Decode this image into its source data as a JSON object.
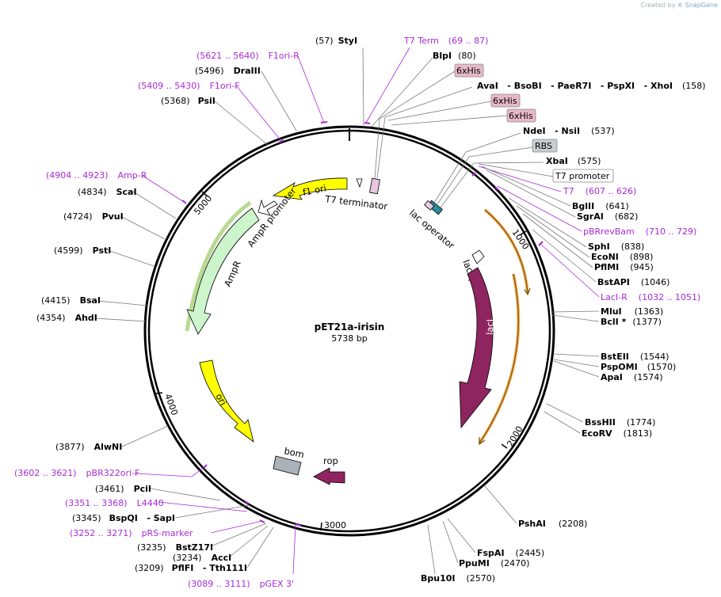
{
  "credit": {
    "prefix": "Created by",
    "brand": "SnapGene"
  },
  "plasmid": {
    "name": "pET21a-irisin",
    "size": "5738 bp"
  },
  "ticks": [
    "1000",
    "2000",
    "3000",
    "4000",
    "5000"
  ],
  "features": {
    "f1_ori": "f1 ori",
    "t7_terminator": "T7 terminator",
    "lac_operator": "lac operator",
    "lacI_promoter": "lacI promoter",
    "lacI": "lacI",
    "ampr_promoter": "AmpR promoter",
    "ampr": "AmpR",
    "ori": "ori",
    "bom": "bom",
    "rop": "rop"
  },
  "boxes": {
    "his1": "6xHis",
    "his2": "6xHis",
    "his3": "6xHis",
    "rbs": "RBS",
    "t7promoter": "T7 promoter"
  },
  "sites": {
    "styI": {
      "name": "StyI",
      "pos": "(57)"
    },
    "t7term": {
      "name": "T7 Term",
      "pos": "(69 .. 87)"
    },
    "blpI": {
      "name": "BlpI",
      "pos": "(80)"
    },
    "mcs": {
      "names": "AvaI   - BsoBI   - PaeR7I   - PspXI   - XhoI",
      "pos": "(158)"
    },
    "ndeI": {
      "names": "NdeI   - NsiI",
      "pos": "(537)"
    },
    "xbaI": {
      "name": "XbaI",
      "pos": "(575)"
    },
    "t7": {
      "name": "T7",
      "pos": "(607 .. 626)"
    },
    "bglII": {
      "name": "BglII",
      "pos": "(641)"
    },
    "sgrAI": {
      "name": "SgrAI",
      "pos": "(682)"
    },
    "pbrrevbam": {
      "name": "pBRrevBam",
      "pos": "(710 .. 729)"
    },
    "sphI": {
      "name": "SphI",
      "pos": "(838)"
    },
    "ecoNI": {
      "name": "EcoNI",
      "pos": "(898)"
    },
    "pflMI": {
      "name": "PflMI",
      "pos": "(945)"
    },
    "bstAPI": {
      "name": "BstAPI",
      "pos": "(1046)"
    },
    "lacIR": {
      "name": "LacI-R",
      "pos": "(1032 .. 1051)"
    },
    "mluI": {
      "name": "MluI",
      "pos": "(1363)"
    },
    "bclI": {
      "name": "BclI *",
      "pos": "(1377)"
    },
    "bstEII": {
      "name": "BstEII",
      "pos": "(1544)"
    },
    "pspOMI": {
      "name": "PspOMI",
      "pos": "(1570)"
    },
    "apaI": {
      "name": "ApaI",
      "pos": "(1574)"
    },
    "bssHII": {
      "name": "BssHII",
      "pos": "(1774)"
    },
    "ecoRV": {
      "name": "EcoRV",
      "pos": "(1813)"
    },
    "pshAI": {
      "name": "PshAI",
      "pos": "(2208)"
    },
    "fspAI": {
      "name": "FspAI",
      "pos": "(2445)"
    },
    "ppuMI": {
      "name": "PpuMI",
      "pos": "(2470)"
    },
    "bpu10I": {
      "name": "Bpu10I",
      "pos": "(2570)"
    },
    "pgex3": {
      "name": "pGEX 3'",
      "pos": "(3089 .. 3111)"
    },
    "pflFI": {
      "pos": "(3209)",
      "names": "PflFI   - Tth111I"
    },
    "accI": {
      "pos": "(3234)",
      "name": "AccI"
    },
    "bstZ17I": {
      "pos": "(3235)",
      "name": "BstZ17I"
    },
    "prsmarker": {
      "pos": "(3252 .. 3271)",
      "name": "pRS-marker"
    },
    "bspQI": {
      "pos": "(3345)",
      "names": "BspQI   - SapI"
    },
    "l4440": {
      "pos": "(3351 .. 3368)",
      "name": "L4440"
    },
    "pciI": {
      "pos": "(3461)",
      "name": "PciI"
    },
    "pbr322ori": {
      "pos": "(3602 .. 3621)",
      "name": "pBR322ori-F"
    },
    "alwNI": {
      "pos": "(3877)",
      "name": "AlwNI"
    },
    "ahdI": {
      "pos": "(4354)",
      "name": "AhdI"
    },
    "bsaI": {
      "pos": "(4415)",
      "name": "BsaI"
    },
    "pstI": {
      "pos": "(4599)",
      "name": "PstI"
    },
    "pvuI": {
      "pos": "(4724)",
      "name": "PvuI"
    },
    "scaI": {
      "pos": "(4834)",
      "name": "ScaI"
    },
    "ampR": {
      "pos": "(4904 .. 4923)",
      "name": "Amp-R"
    },
    "psiI": {
      "pos": "(5368)",
      "name": "PsiI"
    },
    "f1oriF": {
      "pos": "(5409 .. 5430)",
      "name": "F1ori-F"
    },
    "draIII": {
      "pos": "(5496)",
      "name": "DraIII"
    },
    "f1oriR": {
      "pos": "(5621 .. 5640)",
      "name": "F1ori-R"
    }
  },
  "colors": {
    "primer": "#a82ad6",
    "yellow": "#ffff00",
    "lacI": "#8e2560",
    "ampr": "#ccf5cc",
    "highlight": "#f3a33a",
    "gray": "#a9b1b9"
  }
}
